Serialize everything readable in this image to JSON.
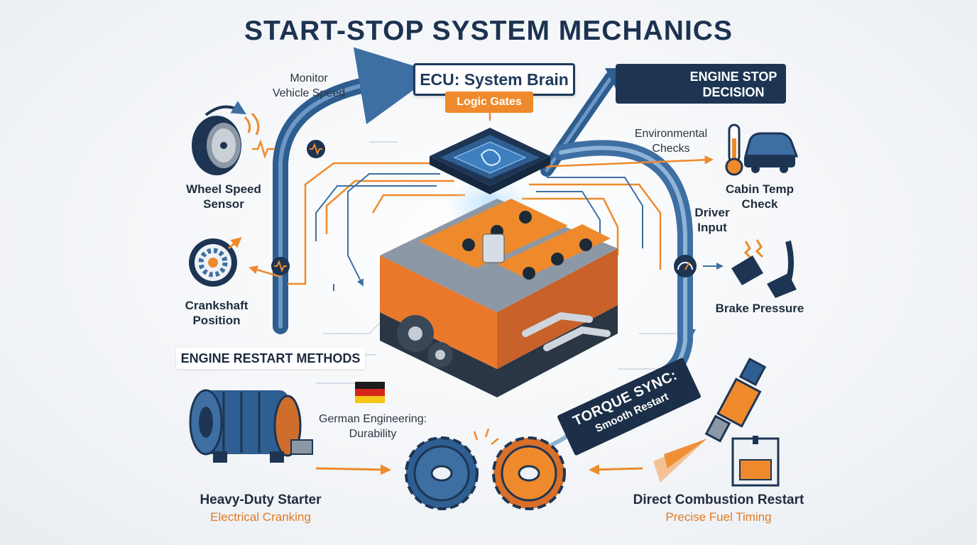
{
  "title": "START-STOP SYSTEM MECHANICS",
  "ecu": {
    "label": "ECU: System Brain",
    "sublabel": "Logic Gates"
  },
  "decision": {
    "line1": "ENGINE STOP",
    "line2": "DECISION"
  },
  "inputs": {
    "monitor": {
      "line1": "Monitor",
      "line2": "Vehicle Speed"
    },
    "wheel": {
      "line1": "Wheel Speed",
      "line2": "Sensor"
    },
    "crank": {
      "line1": "Crankshaft",
      "line2": "Position"
    },
    "env": {
      "line1": "Environmental",
      "line2": "Checks"
    },
    "cabin": {
      "line1": "Cabin Temp",
      "line2": "Check"
    },
    "driver": {
      "line1": "Driver",
      "line2": "Input"
    },
    "brake": {
      "line1": "Brake Pressure"
    }
  },
  "restart": {
    "heading": "ENGINE RESTART METHODS",
    "german": {
      "line1": "German Engineering:",
      "line2": "Durability"
    },
    "starter": {
      "title": "Heavy-Duty Starter",
      "subtitle": "Electrical Cranking"
    },
    "combustion": {
      "title": "Direct Combustion Restart",
      "subtitle": "Precise Fuel Timing"
    },
    "torque": {
      "line1": "TORQUE SYNC:",
      "line2": "Smooth Restart"
    }
  },
  "icons": [
    "wheel-icon",
    "gear-sensor-icon",
    "engine-warning-icon",
    "thermometer-icon",
    "car-icon",
    "pedal-icon",
    "starter-motor-icon",
    "fuel-injector-icon",
    "piston-icon",
    "brain-chip-icon",
    "engine-block-icon",
    "gear-pair-icon",
    "german-flag-icon",
    "waveform-icon",
    "gauge-icon"
  ],
  "colors": {
    "navy": "#1d3553",
    "blue": "#3e6fa3",
    "orange": "#ee8a2b",
    "background": "#f1f3f6"
  }
}
